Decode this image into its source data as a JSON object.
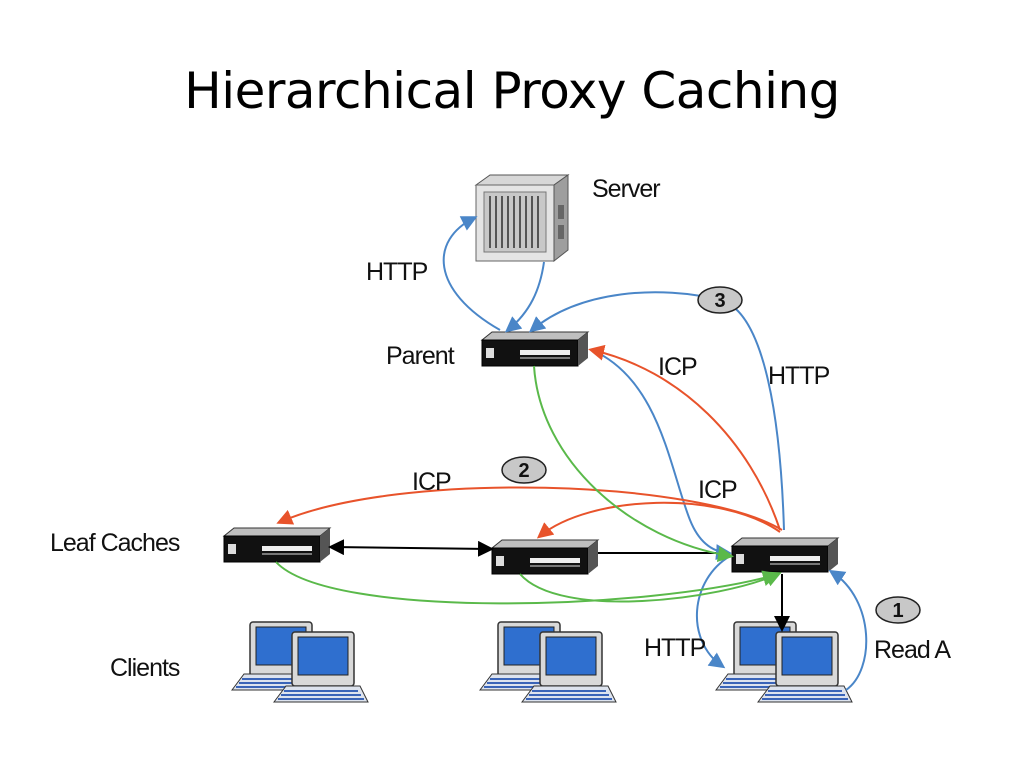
{
  "title": "Hierarchical Proxy Caching",
  "labels": {
    "server": "Server",
    "parent": "Parent",
    "leaf_caches": "Leaf Caches",
    "clients": "Clients",
    "http_server": "HTTP",
    "http_parent": "HTTP",
    "http_client": "HTTP",
    "icp_parent": "ICP",
    "icp_left": "ICP",
    "icp_mid": "ICP",
    "read_a": "Read A"
  },
  "steps": [
    "1",
    "2",
    "3"
  ],
  "colors": {
    "http": "#4a86c8",
    "icp": "#e8532b",
    "response": "#5ab94a",
    "link": "#000000",
    "monitor": "#2f6fcf"
  }
}
